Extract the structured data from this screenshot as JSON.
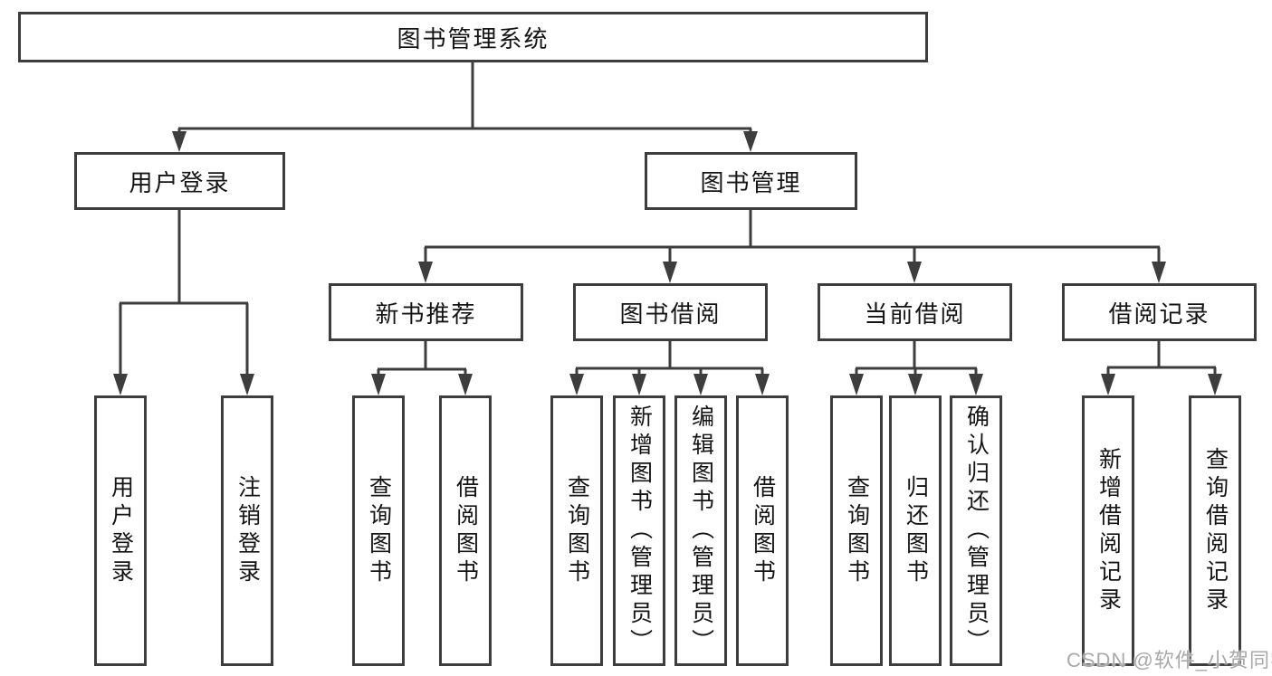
{
  "tree": {
    "root": {
      "label": "图书管理系统",
      "children": [
        {
          "label": "用户登录",
          "children": [
            {
              "label": "用户登录"
            },
            {
              "label": "注销登录"
            }
          ]
        },
        {
          "label": "图书管理",
          "children": [
            {
              "label": "新书推荐",
              "children": [
                {
                  "label": "查询图书"
                },
                {
                  "label": "借阅图书"
                }
              ]
            },
            {
              "label": "图书借阅",
              "children": [
                {
                  "label": "查询图书"
                },
                {
                  "label": "新增图书（管理员）"
                },
                {
                  "label": "编辑图书（管理员）"
                },
                {
                  "label": "借阅图书"
                }
              ]
            },
            {
              "label": "当前借阅",
              "children": [
                {
                  "label": "查询图书"
                },
                {
                  "label": "归还图书"
                },
                {
                  "label": "确认归还（管理员）"
                }
              ]
            },
            {
              "label": "借阅记录",
              "children": [
                {
                  "label": "新增借阅记录"
                },
                {
                  "label": "查询借阅记录"
                }
              ]
            }
          ]
        }
      ]
    }
  },
  "watermark": {
    "text": "CSDN @软件_小贺同学",
    "color": "#a9a9a9"
  },
  "colors": {
    "line": "#3d3d3d",
    "box_border": "#3d3d3d",
    "background": "#ffffff",
    "text": "#141414"
  }
}
